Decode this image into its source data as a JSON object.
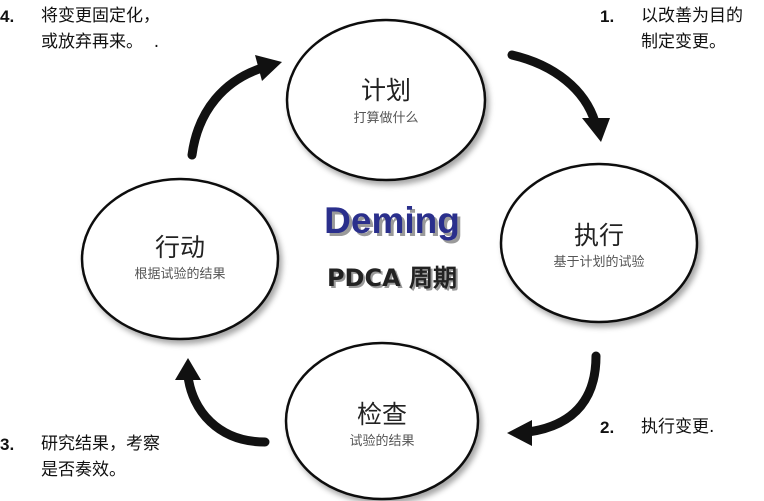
{
  "center": {
    "brand": "Deming",
    "subtitle": "PDCA 周期"
  },
  "stages": [
    {
      "title": "计划",
      "desc": "打算做什么"
    },
    {
      "title": "执行",
      "desc": "基于计划的试验"
    },
    {
      "title": "检查",
      "desc": "试验的结果"
    },
    {
      "title": "行动",
      "desc": "根据试验的结果"
    }
  ],
  "notes": [
    {
      "num": "1.",
      "line1": "以改善为目的",
      "line2": "制定变更。"
    },
    {
      "num": "2.",
      "line1": "执行变更.",
      "line2": ""
    },
    {
      "num": "3.",
      "line1": "研究结果，考察",
      "line2": "是否奏效。"
    },
    {
      "num": "4.",
      "line1": "将变更固定化，",
      "line2": "或放弃再来。  ."
    }
  ],
  "colors": {
    "brand": "#2a2f8c",
    "arrow": "#111111",
    "circle_stroke": "#111111",
    "stage_desc": "#555555"
  }
}
